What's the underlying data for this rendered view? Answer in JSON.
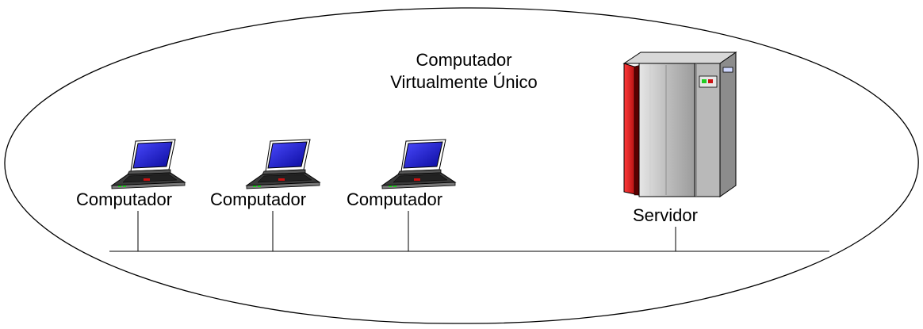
{
  "title": {
    "line1": "Computador",
    "line2": "Virtualmente Único"
  },
  "nodes": {
    "computer_1": {
      "label": "Computador",
      "icon": "laptop-icon"
    },
    "computer_2": {
      "label": "Computador",
      "icon": "laptop-icon"
    },
    "computer_3": {
      "label": "Computador",
      "icon": "laptop-icon"
    },
    "server": {
      "label": "Servidor",
      "icon": "server-tower-icon"
    }
  },
  "colors": {
    "line": "#000000",
    "laptop_screen": "#1a1acc",
    "laptop_body": "#2a2a2a",
    "server_body": "#a8a8a8",
    "server_accent": "#cc1111"
  }
}
